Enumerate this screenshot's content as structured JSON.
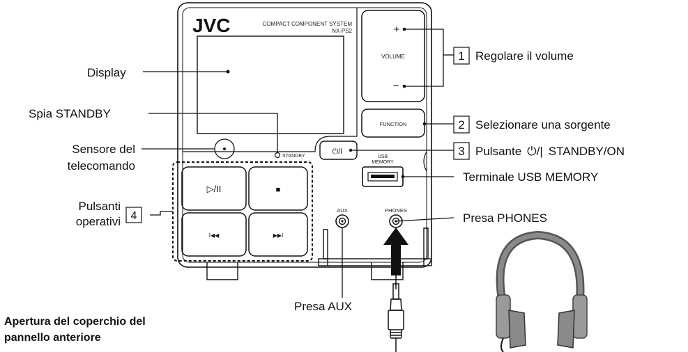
{
  "device": {
    "brand": "JVC",
    "system_line1": "COMPACT COMPONENT SYSTEM",
    "system_line2": "NX-PS2",
    "volume_label": "VOLUME",
    "plus_symbol": "+",
    "minus_symbol": "−",
    "function_label": "FUNCTION",
    "standby_label": "STANDBY",
    "power_symbol": "⏻/I",
    "usb_label_line1": "USB",
    "usb_label_line2": "MEMORY",
    "aux_label": "AUX",
    "phones_label": "PHONES",
    "play_pause_symbol": "▷/II",
    "stop_symbol": "■",
    "prev_symbol": "I◀◀",
    "next_symbol": "▶▶I"
  },
  "callouts": {
    "display": "Display",
    "standby_lamp": "Spia STANDBY",
    "remote_sensor_line1": "Sensore del",
    "remote_sensor_line2": "telecomando",
    "operation_buttons_line1": "Pulsanti",
    "operation_buttons_line2": "operativi",
    "operation_buttons_number": "4",
    "volume_number": "1",
    "volume_text": "Regolare il volume",
    "function_number": "2",
    "function_text": "Selezionare una sorgente",
    "power_number": "3",
    "power_text_prefix": "Pulsante",
    "power_text_symbol": "⏻/|",
    "power_text_suffix": "STANDBY/ON",
    "usb_terminal": "Terminale USB MEMORY",
    "phones_jack": "Presa PHONES",
    "aux_jack": "Presa AUX"
  },
  "caption": {
    "line1": "Apertura del coperchio del",
    "line2": "pannello anteriore"
  },
  "colors": {
    "ink": "#111111",
    "headphone_gray": "#8a8a8a",
    "headphone_dark": "#555555"
  }
}
